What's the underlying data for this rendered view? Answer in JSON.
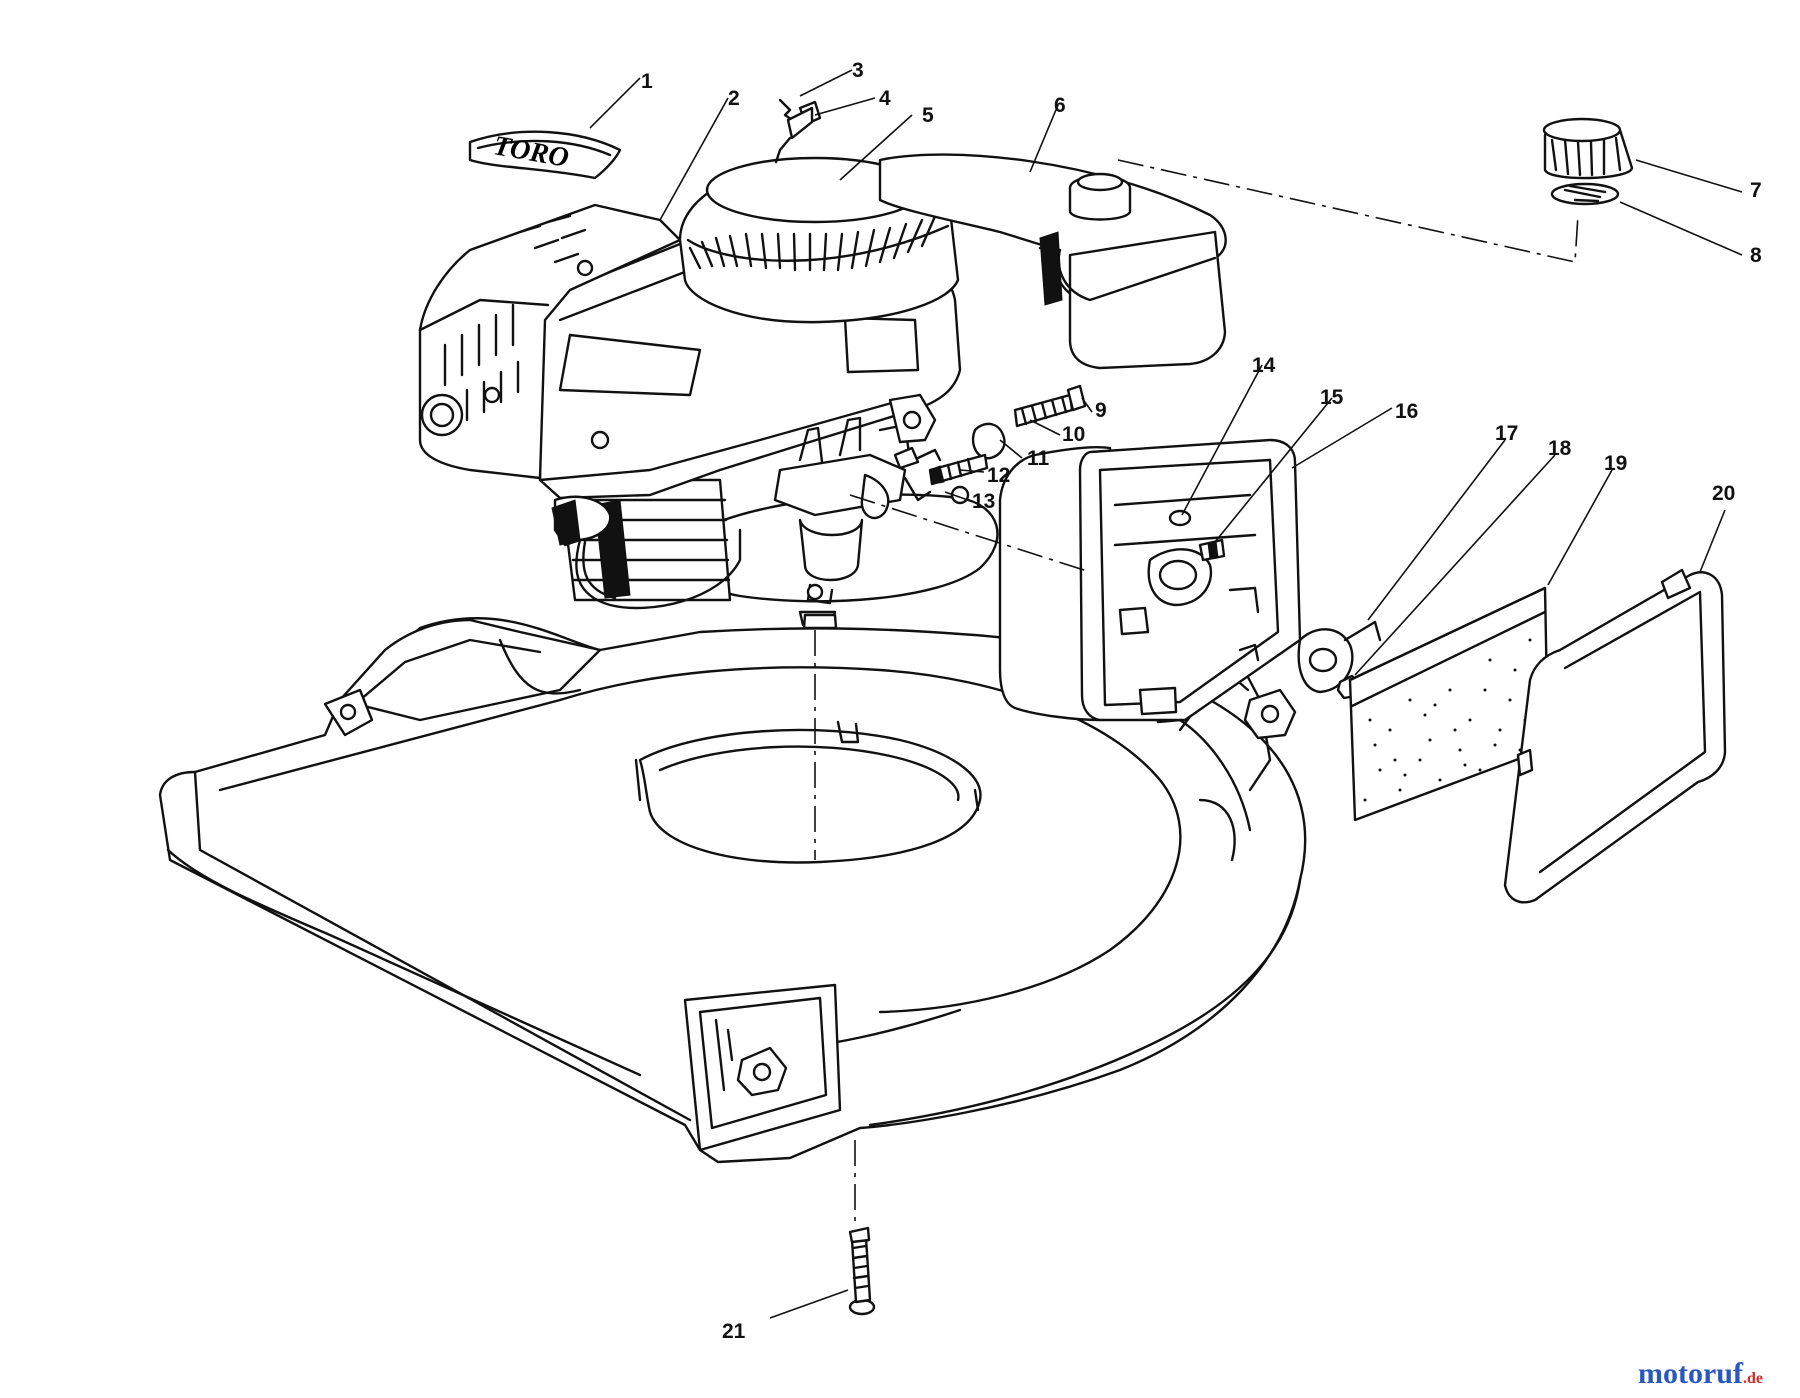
{
  "diagram": {
    "emblem_text": "TORO",
    "callouts": [
      {
        "id": 1,
        "label": "1"
      },
      {
        "id": 2,
        "label": "2"
      },
      {
        "id": 3,
        "label": "3"
      },
      {
        "id": 4,
        "label": "4"
      },
      {
        "id": 5,
        "label": "5"
      },
      {
        "id": 6,
        "label": "6"
      },
      {
        "id": 7,
        "label": "7"
      },
      {
        "id": 8,
        "label": "8"
      },
      {
        "id": 9,
        "label": "9"
      },
      {
        "id": 10,
        "label": "10"
      },
      {
        "id": 11,
        "label": "11"
      },
      {
        "id": 12,
        "label": "12"
      },
      {
        "id": 13,
        "label": "13"
      },
      {
        "id": 14,
        "label": "14"
      },
      {
        "id": 15,
        "label": "15"
      },
      {
        "id": 16,
        "label": "16"
      },
      {
        "id": 17,
        "label": "17"
      },
      {
        "id": 18,
        "label": "18"
      },
      {
        "id": 19,
        "label": "19"
      },
      {
        "id": 20,
        "label": "20"
      },
      {
        "id": 21,
        "label": "21"
      }
    ]
  },
  "watermark": {
    "part1": "motoruf",
    "part2": ".de",
    "color1": "#2a57c0",
    "color2": "#d12a2a"
  }
}
